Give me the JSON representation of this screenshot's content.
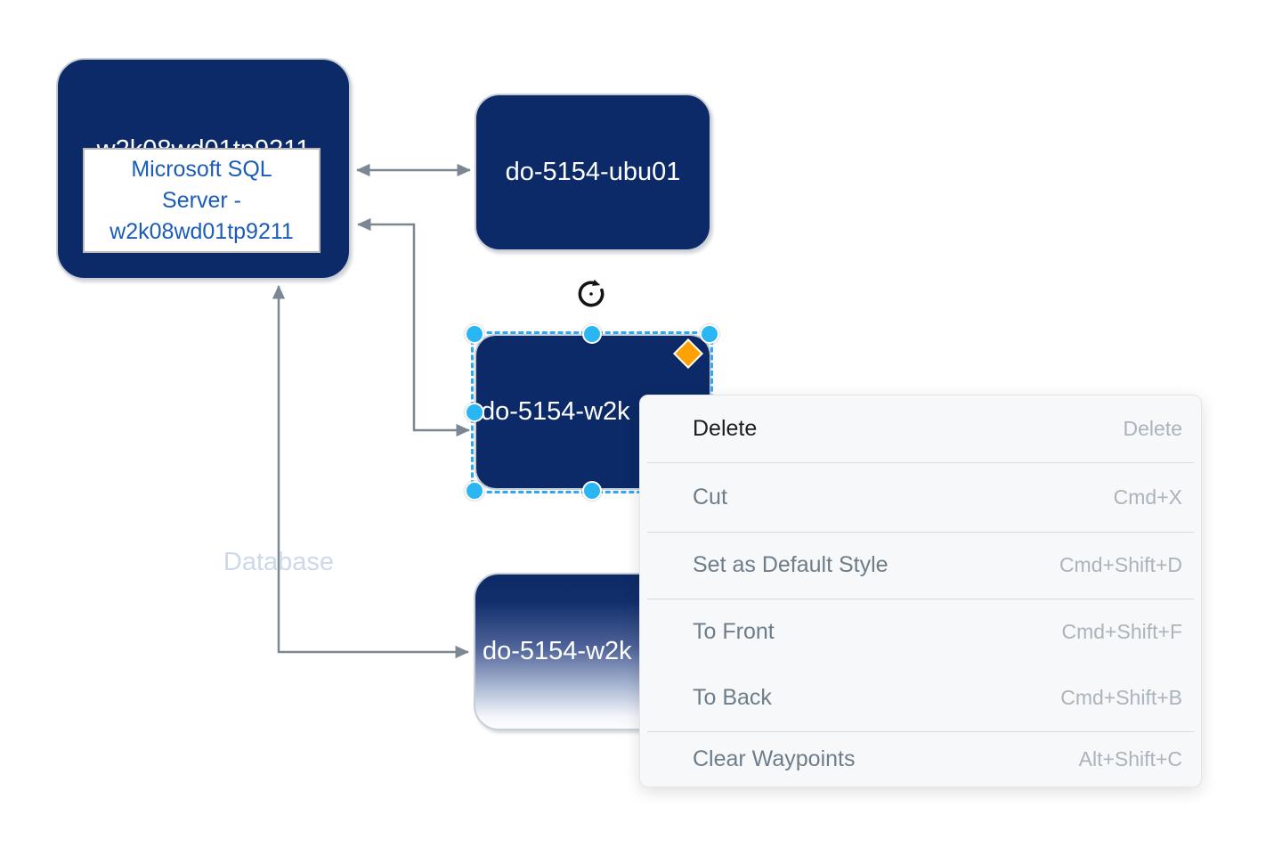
{
  "diagram": {
    "nodes": {
      "sql": {
        "title": "w2k08wd01tp9211",
        "service_label": "Microsoft SQL Server - w2k08wd01tp9211"
      },
      "ubuntu": {
        "label": "do-5154-ubu01"
      },
      "selected": {
        "label": "do-5154-w2k"
      },
      "gradient": {
        "label": "do-5154-w2k"
      }
    },
    "edge_labels": {
      "database": "Database"
    },
    "colors": {
      "node_fill": "#0b2a67",
      "node_text": "#ffffff",
      "sql_service_text": "#1b5cb8",
      "edge": "#7b8893",
      "selection_dash": "#2fa8f3",
      "handle": "#29b6f2",
      "waypoint_diamond": "#fca204",
      "edge_label_text": "#cdd9eb"
    }
  },
  "context_menu": {
    "items": [
      {
        "label": "Delete",
        "shortcut": "Delete"
      },
      {
        "label": "Cut",
        "shortcut": "Cmd+X"
      },
      {
        "label": "Set as Default Style",
        "shortcut": "Cmd+Shift+D"
      },
      {
        "label": "To Front",
        "shortcut": "Cmd+Shift+F"
      },
      {
        "label": "To Back",
        "shortcut": "Cmd+Shift+B"
      },
      {
        "label": "Clear Waypoints",
        "shortcut": "Alt+Shift+C"
      }
    ]
  }
}
